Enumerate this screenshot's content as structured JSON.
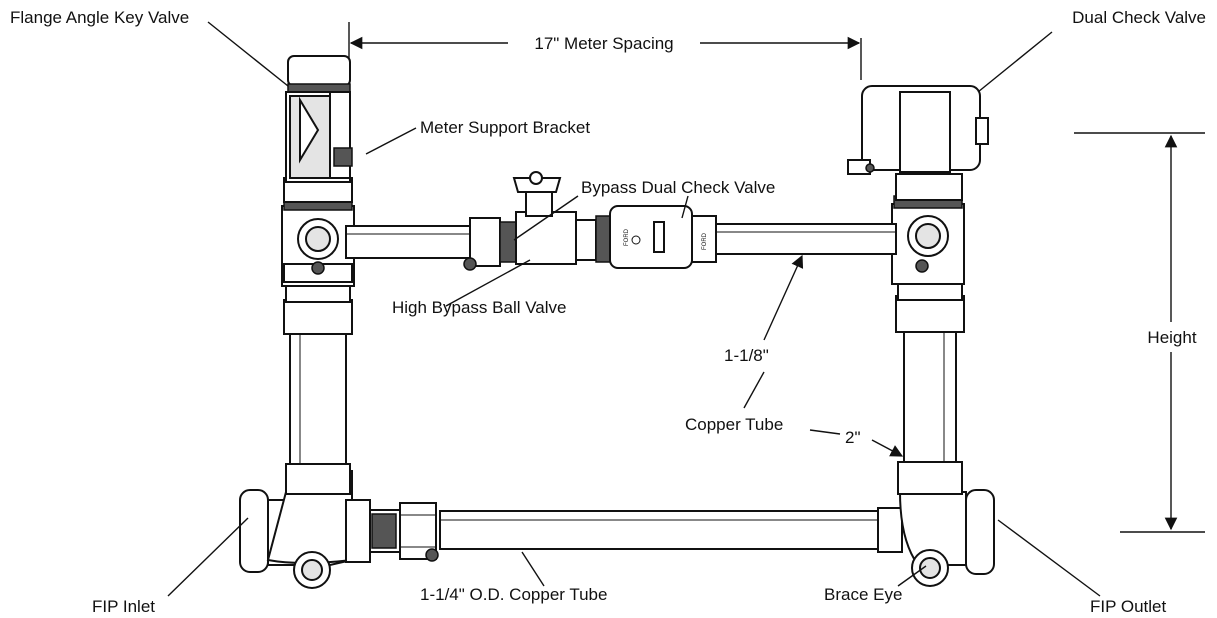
{
  "labels": {
    "flange_angle_key_valve": "Flange Angle Key Valve",
    "dual_check_valve": "Dual Check Valve",
    "meter_spacing": "17\" Meter Spacing",
    "meter_support_bracket": "Meter Support Bracket",
    "bypass_dual_check_valve": "Bypass Dual Check Valve",
    "high_bypass_ball_valve": "High Bypass Ball Valve",
    "tube_size_1_1_8": "1-1/8\"",
    "height": "Height",
    "copper_tube": "Copper Tube",
    "tube_size_2": "2\"",
    "fip_inlet": "FIP Inlet",
    "copper_tube_bottom": "1-1/4\" O.D. Copper Tube",
    "brace_eye": "Brace Eye",
    "fip_outlet": "FIP Outlet"
  },
  "valve_marks": {
    "ford_left": "FORD",
    "ford_right": "FORD"
  }
}
